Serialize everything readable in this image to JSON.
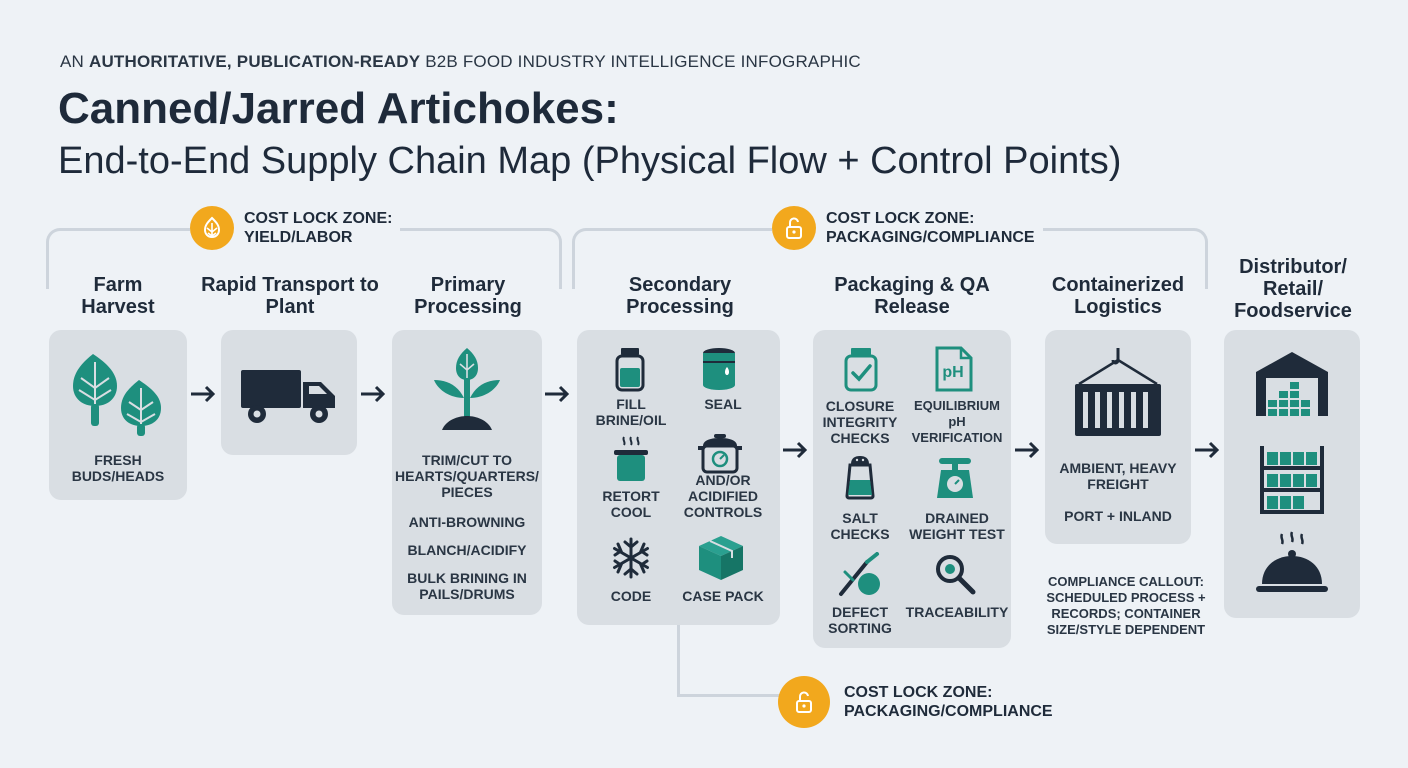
{
  "header": {
    "supertitle_prefix": "AN",
    "supertitle_bold": "AUTHORITATIVE, PUBLICATION-READY",
    "supertitle_rest": "B2B FOOD INDUSTRY INTELLIGENCE INFOGRAPHIC",
    "title_line1": "Canned/Jarred Artichokes:",
    "title_line2": "End-to-End Supply Chain Map (Physical Flow + Control Points)"
  },
  "zones": {
    "yield": {
      "line1": "COST LOCK ZONE:",
      "line2": "YIELD/LABOR"
    },
    "packaging_top": {
      "line1": "COST LOCK ZONE:",
      "line2": "PACKAGING/COMPLIANCE"
    },
    "packaging_bottom": {
      "line1": "COST LOCK ZONE:",
      "line2": "PACKAGING/COMPLIANCE"
    }
  },
  "stages": {
    "farm": {
      "title": "Farm Harvest",
      "label": "FRESH BUDS/HEADS"
    },
    "transport": {
      "title": "Rapid Transport to Plant"
    },
    "primary": {
      "title": "Primary Processing",
      "steps": [
        "TRIM/CUT TO HEARTS/QUARTERS/ PIECES",
        "ANTI-BROWNING",
        "BLANCH/ACIDIFY",
        "BULK BRINING IN PAILS/DRUMS"
      ]
    },
    "secondary": {
      "title": "Secondary Processing",
      "fill": "FILL BRINE/OIL",
      "seal": "SEAL",
      "retort": "RETORT COOL",
      "acidified": "AND/OR ACIDIFIED CONTROLS",
      "code": "CODE",
      "case": "CASE PACK"
    },
    "packaging": {
      "title": "Packaging & QA Release",
      "closure": "CLOSURE INTEGRITY CHECKS",
      "ph": "EQUILIBRIUM pH VERIFICATION",
      "ph_icon_text": "pH",
      "salt": "SALT CHECKS",
      "weight": "DRAINED WEIGHT TEST",
      "defect": "DEFECT SORTING",
      "trace": "TRACEABILITY"
    },
    "logistics": {
      "title": "Containerized Logistics",
      "l1": "AMBIENT, HEAVY FREIGHT",
      "l2": "PORT + INLAND",
      "callout": "COMPLIANCE CALLOUT: SCHEDULED PROCESS + RECORDS; CONTAINER SIZE/STYLE DEPENDENT"
    },
    "distributor": {
      "title": "Distributor/ Retail/ Foodservice"
    }
  },
  "colors": {
    "teal": "#1e8f7e",
    "navy": "#1f2b3a",
    "orange": "#f2a81d",
    "card": "#d9dee3",
    "background": "#eef2f6"
  }
}
